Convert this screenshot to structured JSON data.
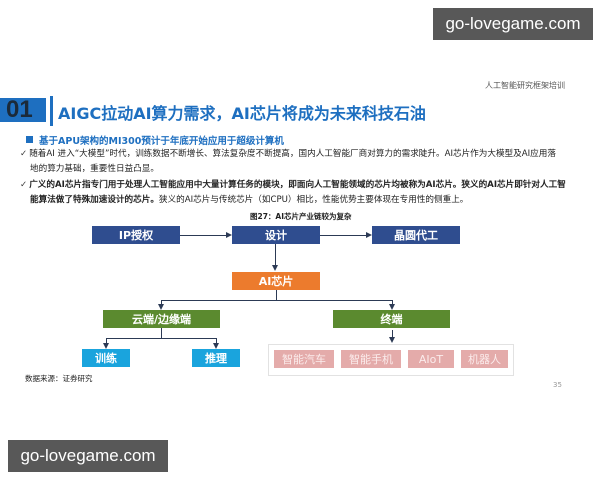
{
  "watermarks": {
    "top": "go-lovegame.com",
    "bottom": "go-lovegame.com"
  },
  "header": {
    "course_label": "人工智能研究框架培训"
  },
  "section": {
    "number": "01",
    "title": "AIGC拉动AI算力需求，AI芯片将成为未来科技石油"
  },
  "subheading": "基于APU架构的MI300预计于年底开始应用于超级计算机",
  "bullets": [
    {
      "check": "✓",
      "line1": "随着AI 进入“大模型”时代，训练数据不断增长、算法复杂度不断提高，国内人工智能厂商对算力的需求陡升。AI芯片作为大模型及AI应用落",
      "line2": "地的算力基础，重要性日益凸显。"
    },
    {
      "check": "✓",
      "line1_bold": "广义的AI芯片指专门用于处理人工智能应用中大量计算任务的模块，即面向人工智能领域的芯片均被称为AI芯片。狭义的AI芯片即针对人工智",
      "line2_bold": "能算法做了特殊加速设计的芯片。",
      "line2_normal": "狭义的AI芯片与传统芯片（如CPU）相比，性能优势主要体现在专用性的侧重上。"
    }
  ],
  "figure": {
    "caption": "图27：AI芯片产业链较为复杂",
    "nodes": {
      "ip": "IP授权",
      "design": "设计",
      "foundry": "晶圆代工",
      "ai_chip": "AI芯片",
      "cloud_edge": "云端/边缘端",
      "terminal": "终端",
      "training": "训练",
      "inference": "推理",
      "terminal_apps": [
        "智能汽车",
        "智能手机",
        "AIoT",
        "机器人"
      ]
    },
    "colors": {
      "upstream": "#2f4d8f",
      "chip": "#ec7b2d",
      "market": "#5b8a2f",
      "cloud_apps": "#1aa4dd",
      "terminal_apps": "#e4abaa",
      "connector": "#2c3a55"
    }
  },
  "footer": {
    "source": "数据来源：证券研究",
    "page_number": "35"
  }
}
